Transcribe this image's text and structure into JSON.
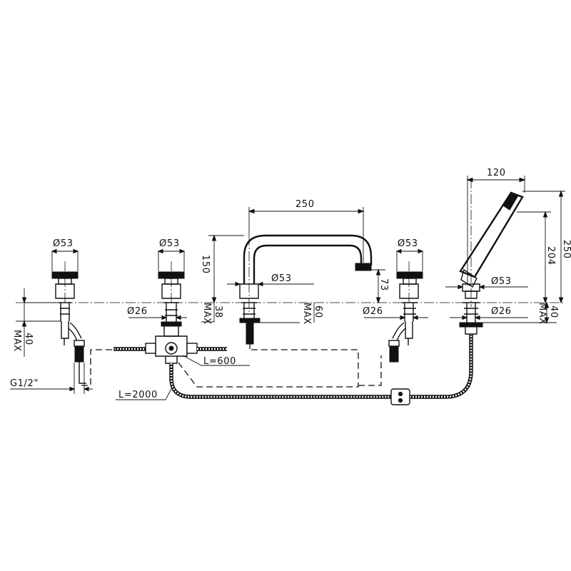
{
  "dimensions": {
    "spout_width": "250",
    "spout_height": "150",
    "spout_drop": "73",
    "spout_diameter": "Ø53",
    "handle1_diameter": "Ø53",
    "handle2_diameter": "Ø53",
    "handle3_diameter": "Ø53",
    "shower_diameter": "Ø53",
    "body1_diameter": "Ø26",
    "body3_diameter": "Ø26",
    "body4_diameter": "Ø26",
    "shower_width": "120",
    "shower_height_total": "250",
    "shower_height_inner": "204",
    "deck_max_left": "40\nMAX",
    "deck_max_handle2": "38\nMAX",
    "deck_max_spout": "60\nMAX",
    "deck_max_right": "40\nMAX",
    "thread": "G1/2\"",
    "hose_length_main": "L=2000",
    "hose_length_short": "L=600"
  }
}
